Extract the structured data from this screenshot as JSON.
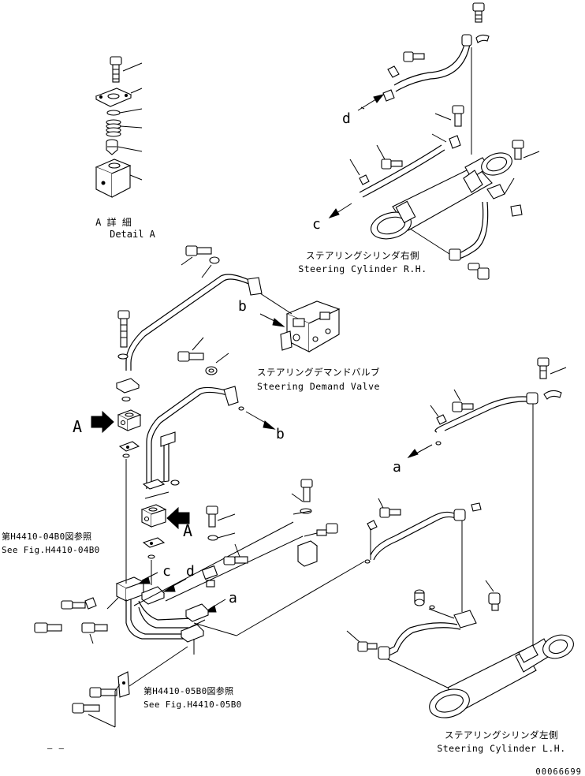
{
  "detail": {
    "title_jp": "A 詳 細",
    "title_en": "Detail A"
  },
  "cylinder_rh": {
    "label_jp": "ステアリングシリンダ右側",
    "label_en": "Steering Cylinder R.H."
  },
  "cylinder_lh": {
    "label_jp": "ステアリングシリンダ左側",
    "label_en": "Steering Cylinder L.H."
  },
  "demand_valve": {
    "label_jp": "ステアリングデマンドバルブ",
    "label_en": "Steering Demand Valve"
  },
  "fig_refs": [
    {
      "jp": "第H4410-04B0図参照",
      "en": "See Fig.H4410-04B0"
    },
    {
      "jp": "第H4410-05B0図参照",
      "en": "See Fig.H4410-05B0"
    }
  ],
  "view_markers": {
    "a": "A"
  },
  "letters": {
    "a": "a",
    "b": "b",
    "c": "c",
    "d": "d"
  },
  "footer": {
    "dashes": "– –",
    "drawing_no": "00066699"
  }
}
